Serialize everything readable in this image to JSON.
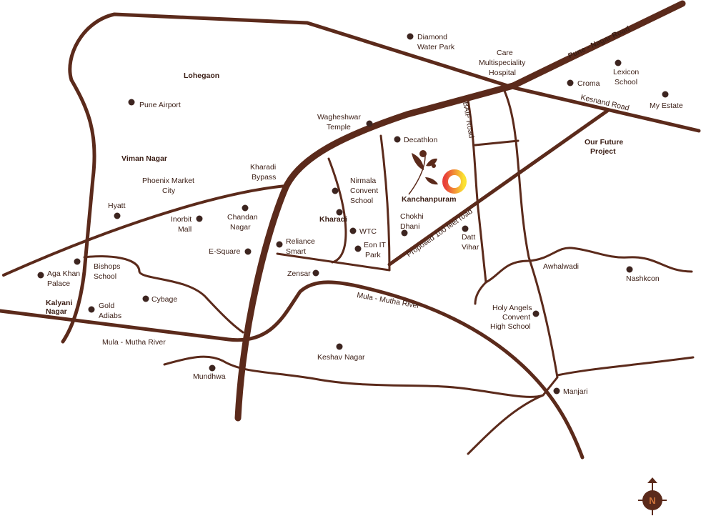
{
  "colors": {
    "road": "#5b2a1b",
    "dot": "#3d2520",
    "logo_ring_start": "#e8403a",
    "logo_ring_end": "#fbe232",
    "compass": "#5b2a1b",
    "compass_letter": "#d2763c"
  },
  "roads": {
    "pune_nagar": "Pune - Nagar Road",
    "kesnand": "Kesnand Road",
    "baif": "BAIF Road",
    "proposed": "Proposed 100 feet road",
    "river_1": "Mula - Mutha River",
    "river_2": "Mula - Mutha River"
  },
  "areas": {
    "lohegaon": "Lohegaon",
    "viman_nagar": "Viman Nagar",
    "kalyani_1": "Kalyani",
    "kalyani_2": "Nagar",
    "kharadi": "Kharadi",
    "future_1": "Our Future",
    "future_2": "Project"
  },
  "places": {
    "diamond_1": "Diamond",
    "diamond_2": "Water Park",
    "care_1": "Care",
    "care_2": "Multispeciality",
    "care_3": "Hospital",
    "croma": "Croma",
    "lexicon_1": "Lexicon",
    "lexicon_2": "School",
    "my_estate": "My Estate",
    "pune_airport": "Pune Airport",
    "wagheshwar_1": "Wagheshwar",
    "wagheshwar_2": "Temple",
    "decathlon": "Decathlon",
    "kharadi_bypass_1": "Kharadi",
    "kharadi_bypass_2": "Bypass",
    "phoenix_1": "Phoenix Market",
    "phoenix_2": "City",
    "nirmala_1": "Nirmala",
    "nirmala_2": "Convent",
    "nirmala_3": "School",
    "hyatt": "Hyatt",
    "inorbit_1": "Inorbit",
    "inorbit_2": "Mall",
    "chandan_1": "Chandan",
    "chandan_2": "Nagar",
    "chokhi_1": "Chokhi",
    "chokhi_2": "Dhani",
    "datt_1": "Datt",
    "datt_2": "Vihar",
    "wtc": "WTC",
    "eon_1": "Eon IT",
    "eon_2": "Park",
    "reliance_1": "Reliance",
    "reliance_2": "Smart",
    "esquare": "E-Square",
    "zensar": "Zensar",
    "aga_1": "Aga Khan",
    "aga_2": "Palace",
    "bishops_1": "Bishops",
    "bishops_2": "School",
    "awhalwadi": "Awhalwadi",
    "nashkcon": "Nashkcon",
    "cybage": "Cybage",
    "gold_1": "Gold",
    "gold_2": "Adiabs",
    "holy_1": "Holy Angels",
    "holy_2": "Convent",
    "holy_3": "High School",
    "keshav": "Keshav Nagar",
    "mundhwa": "Mundhwa",
    "manjari": "Manjari"
  },
  "logo": {
    "name": "Kanchanpuram"
  },
  "compass": {
    "letter": "N",
    "icon": "north-compass-icon"
  }
}
